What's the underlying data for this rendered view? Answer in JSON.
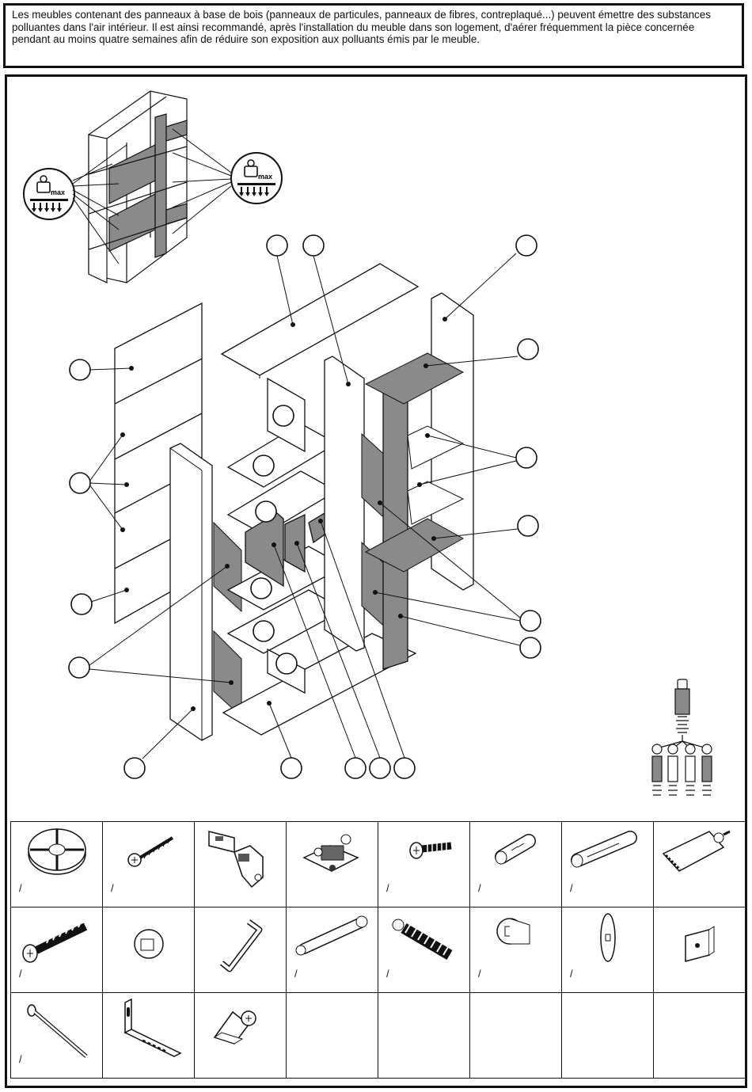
{
  "notice": {
    "text": "Les meubles contenant des panneaux à base de bois (panneaux de particules, panneaux de fibres, contreplaqué...) peuvent émettre des substances polluantes dans l'air intérieur. Il est ainsi recommandé, après l'installation du meuble dans son logement, d'aérer fréquemment la pièce concernée pendant au moins quatre semaines afin de réduire son exposition aux polluants émis par le meuble."
  },
  "load_label": "max",
  "hardware": {
    "rows": [
      [
        {
          "name": "caster-wheel",
          "qty": "/"
        },
        {
          "name": "wood-screw",
          "qty": "/"
        },
        {
          "name": "hinge",
          "qty": ""
        },
        {
          "name": "hinge-mounting-plate",
          "qty": ""
        },
        {
          "name": "countersunk-screw",
          "qty": "/"
        },
        {
          "name": "short-dowel",
          "qty": "/"
        },
        {
          "name": "long-dowel",
          "qty": "/"
        },
        {
          "name": "glue-tube",
          "qty": ""
        }
      ],
      [
        {
          "name": "confirmat-screw",
          "qty": "/"
        },
        {
          "name": "shelf-pin",
          "qty": ""
        },
        {
          "name": "allen-key",
          "qty": ""
        },
        {
          "name": "cam-bolt",
          "qty": "/"
        },
        {
          "name": "connector-bolt",
          "qty": "/"
        },
        {
          "name": "cam-lock",
          "qty": "/"
        },
        {
          "name": "cover-washer",
          "qty": "/"
        },
        {
          "name": "bracket-plate",
          "qty": ""
        }
      ],
      [
        {
          "name": "nail",
          "qty": "/"
        },
        {
          "name": "angle-bracket",
          "qty": ""
        },
        {
          "name": "wedge-connector",
          "qty": ""
        },
        {
          "name": "empty",
          "qty": ""
        },
        {
          "name": "empty",
          "qty": ""
        },
        {
          "name": "empty",
          "qty": ""
        },
        {
          "name": "empty",
          "qty": ""
        },
        {
          "name": "empty",
          "qty": ""
        }
      ]
    ]
  }
}
